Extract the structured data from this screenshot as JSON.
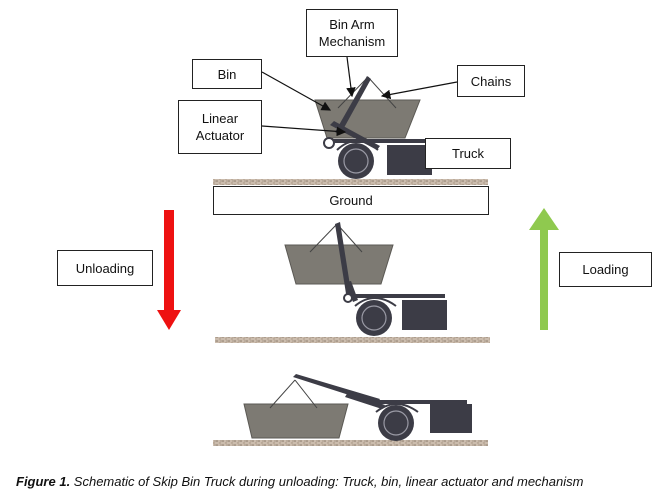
{
  "labels": {
    "bin": "Bin",
    "bin_arm": "Bin Arm\nMechanism",
    "chains": "Chains",
    "linear_actuator": "Linear\nActuator",
    "truck": "Truck",
    "ground": "Ground",
    "unloading": "Unloading",
    "loading": "Loading"
  },
  "caption": {
    "figure_label": "Figure 1.",
    "text": " Schematic of Skip Bin Truck during unloading: Truck, bin, linear actuator and mechanism"
  },
  "colors": {
    "unloading_arrow": "#ee1111",
    "loading_arrow": "#8fc94f",
    "bin_fill": "#7d7a73",
    "truck_dark": "#3c3c46",
    "ground_texture": "#b9a99a"
  }
}
